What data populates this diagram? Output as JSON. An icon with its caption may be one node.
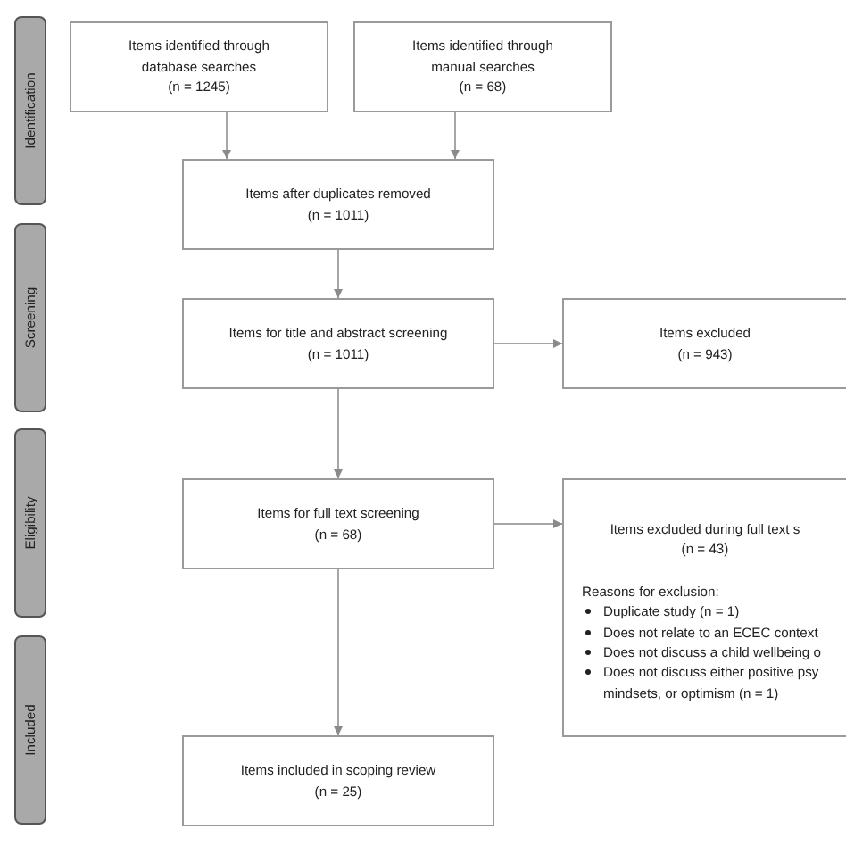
{
  "diagram": {
    "nodes": [
      {
        "text": [
          "Identification"
        ]
      },
      {
        "text": [
          "Items identified through database searches",
          "(n = 1245)"
        ]
      },
      {
        "text": [
          "Items identified through manual searches",
          "(n = 68)"
        ]
      },
      {
        "text": [
          "Items after duplicates removed",
          "(n = 1011)"
        ]
      },
      {
        "text": [
          "Screening"
        ]
      },
      {
        "text": [
          "Items for title and abstract screening",
          "(n = 1011)"
        ]
      },
      {
        "text": [
          "Items excluded",
          "(n = 943)"
        ]
      },
      {
        "text": [
          "Eligibility"
        ]
      },
      {
        "text": [
          "Items for full text screening",
          "(n = 68)"
        ]
      },
      {
        "text": [
          "Items excluded during full text s",
          "(n = 43)",
          "Reasons for exclusion:",
          "Duplicate study (n = 1)",
          "Does not relate to an ECEC context",
          "Does not discuss a child wellbeing o",
          "Does not discuss either positive psy mindsets, or optimism (n = 1)"
        ]
      },
      {
        "text": [
          "Included"
        ]
      },
      {
        "text": [
          "Items included in scoping review",
          "(n = 25)"
        ]
      }
    ],
    "edges": [
      {
        "from": 1,
        "to": 3,
        "arrow": "to"
      },
      {
        "from": 2,
        "to": 3,
        "arrow": "to"
      },
      {
        "from": 3,
        "to": 5,
        "arrow": "to"
      },
      {
        "from": 5,
        "to": 6,
        "arrow": "to"
      },
      {
        "from": 5,
        "to": 8,
        "arrow": "to"
      },
      {
        "from": 8,
        "to": 9,
        "arrow": "to"
      },
      {
        "from": 8,
        "to": 11,
        "arrow": "to"
      }
    ]
  }
}
